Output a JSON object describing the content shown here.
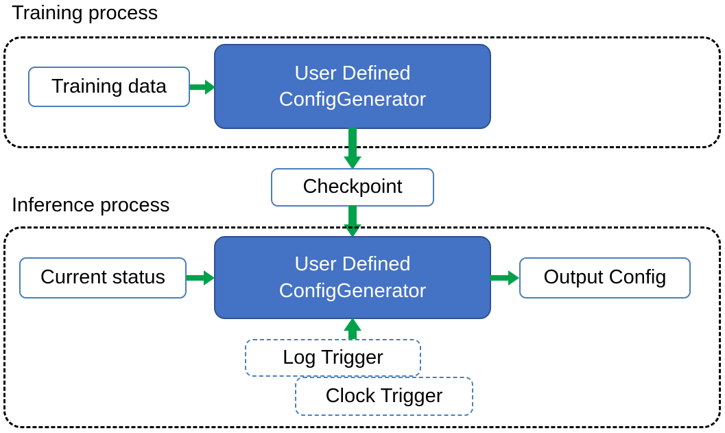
{
  "diagram": {
    "title_training": "Training process",
    "title_inference": "Inference process",
    "colors": {
      "process_fill": "#4472C4",
      "process_stroke": "#2F528F",
      "node_stroke": "#4A7EBB",
      "arrow": "#00A14B",
      "container_stroke": "#000000",
      "text_dark": "#000000",
      "text_light": "#FFFFFF"
    },
    "training": {
      "input": {
        "label": "Training data"
      },
      "processor": {
        "line1": "User Defined",
        "line2": "ConfigGenerator"
      }
    },
    "checkpoint": {
      "label": "Checkpoint"
    },
    "inference": {
      "input": {
        "label": "Current status"
      },
      "processor": {
        "line1": "User Defined",
        "line2": "ConfigGenerator"
      },
      "output": {
        "label": "Output Config"
      },
      "triggers": [
        {
          "label": "Log Trigger"
        },
        {
          "label": "Clock Trigger"
        }
      ]
    },
    "edges": [
      {
        "name": "training-data-to-generator",
        "direction": "right"
      },
      {
        "name": "generator-to-checkpoint",
        "direction": "down"
      },
      {
        "name": "checkpoint-to-generator",
        "direction": "down"
      },
      {
        "name": "current-status-to-generator",
        "direction": "right"
      },
      {
        "name": "generator-to-output-config",
        "direction": "right"
      },
      {
        "name": "triggers-to-generator",
        "direction": "up"
      }
    ]
  }
}
